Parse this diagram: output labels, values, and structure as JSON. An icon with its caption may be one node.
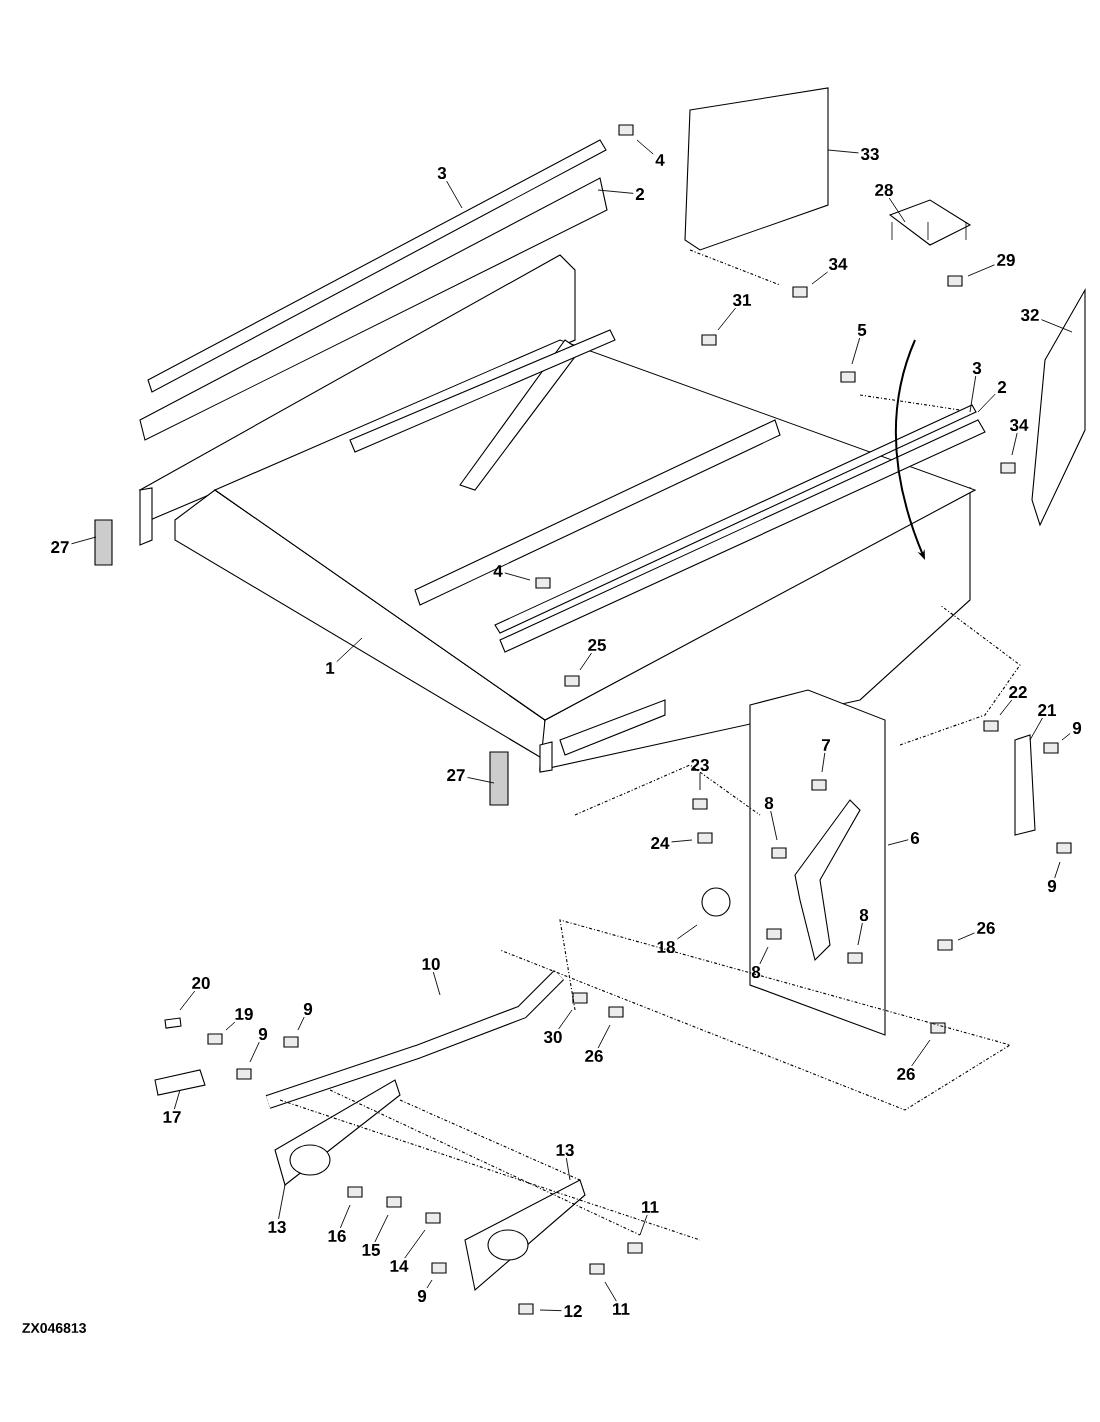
{
  "diagram": {
    "nodes": [
      {
        "text": [
          "4"
        ]
      },
      {
        "text": [
          "3"
        ]
      },
      {
        "text": [
          "2"
        ]
      },
      {
        "text": [
          "33"
        ]
      },
      {
        "text": [
          "28"
        ]
      },
      {
        "text": [
          "34"
        ]
      },
      {
        "text": [
          "29"
        ]
      },
      {
        "text": [
          "31"
        ]
      },
      {
        "text": [
          "32"
        ]
      },
      {
        "text": [
          "5"
        ]
      },
      {
        "text": [
          "3"
        ]
      },
      {
        "text": [
          "2"
        ]
      },
      {
        "text": [
          "34"
        ]
      },
      {
        "text": [
          "27"
        ]
      },
      {
        "text": [
          "4"
        ]
      },
      {
        "text": [
          "1"
        ]
      },
      {
        "text": [
          "25"
        ]
      },
      {
        "text": [
          "22"
        ]
      },
      {
        "text": [
          "21"
        ]
      },
      {
        "text": [
          "9"
        ]
      },
      {
        "text": [
          "7"
        ]
      },
      {
        "text": [
          "27"
        ]
      },
      {
        "text": [
          "23"
        ]
      },
      {
        "text": [
          "8"
        ]
      },
      {
        "text": [
          "6"
        ]
      },
      {
        "text": [
          "24"
        ]
      },
      {
        "text": [
          "9"
        ]
      },
      {
        "text": [
          "26"
        ]
      },
      {
        "text": [
          "8"
        ]
      },
      {
        "text": [
          "18"
        ]
      },
      {
        "text": [
          "8"
        ]
      },
      {
        "text": [
          "20"
        ]
      },
      {
        "text": [
          "10"
        ]
      },
      {
        "text": [
          "9"
        ]
      },
      {
        "text": [
          "19"
        ]
      },
      {
        "text": [
          "9"
        ]
      },
      {
        "text": [
          "30"
        ]
      },
      {
        "text": [
          "26"
        ]
      },
      {
        "text": [
          "17"
        ]
      },
      {
        "text": [
          "26"
        ]
      },
      {
        "text": [
          "13"
        ]
      },
      {
        "text": [
          "13"
        ]
      },
      {
        "text": [
          "16"
        ]
      },
      {
        "text": [
          "15"
        ]
      },
      {
        "text": [
          "14"
        ]
      },
      {
        "text": [
          "11"
        ]
      },
      {
        "text": [
          "9"
        ]
      },
      {
        "text": [
          "11"
        ]
      },
      {
        "text": [
          "12"
        ]
      }
    ],
    "edges": [
      {
        "from": 0,
        "to": null,
        "arrow": "none"
      },
      {
        "from": 1,
        "to": null,
        "arrow": "none"
      },
      {
        "from": 2,
        "to": null,
        "arrow": "none"
      },
      {
        "from": 3,
        "to": null,
        "arrow": "none"
      },
      {
        "from": 4,
        "to": null,
        "arrow": "none"
      },
      {
        "from": 5,
        "to": null,
        "arrow": "none"
      },
      {
        "from": 6,
        "to": null,
        "arrow": "none"
      },
      {
        "from": 7,
        "to": null,
        "arrow": "none"
      },
      {
        "from": 8,
        "to": null,
        "arrow": "none"
      },
      {
        "from": 9,
        "to": null,
        "arrow": "none"
      },
      {
        "from": 10,
        "to": null,
        "arrow": "none"
      },
      {
        "from": 11,
        "to": null,
        "arrow": "none"
      },
      {
        "from": 12,
        "to": null,
        "arrow": "none"
      },
      {
        "from": 13,
        "to": null,
        "arrow": "none"
      },
      {
        "from": 14,
        "to": null,
        "arrow": "none"
      },
      {
        "from": 15,
        "to": null,
        "arrow": "none"
      },
      {
        "from": 16,
        "to": null,
        "arrow": "none"
      },
      {
        "from": 17,
        "to": null,
        "arrow": "none"
      },
      {
        "from": 18,
        "to": null,
        "arrow": "none"
      },
      {
        "from": 19,
        "to": null,
        "arrow": "none"
      },
      {
        "from": 20,
        "to": null,
        "arrow": "none"
      },
      {
        "from": 21,
        "to": null,
        "arrow": "none"
      },
      {
        "from": 22,
        "to": null,
        "arrow": "none"
      },
      {
        "from": 23,
        "to": null,
        "arrow": "none"
      },
      {
        "from": 24,
        "to": null,
        "arrow": "none"
      },
      {
        "from": 25,
        "to": null,
        "arrow": "none"
      },
      {
        "from": 26,
        "to": null,
        "arrow": "none"
      },
      {
        "from": 27,
        "to": null,
        "arrow": "none"
      },
      {
        "from": 28,
        "to": null,
        "arrow": "none"
      },
      {
        "from": 29,
        "to": null,
        "arrow": "none"
      },
      {
        "from": 30,
        "to": null,
        "arrow": "none"
      },
      {
        "from": 31,
        "to": null,
        "arrow": "none"
      },
      {
        "from": 32,
        "to": null,
        "arrow": "none"
      },
      {
        "from": 33,
        "to": null,
        "arrow": "none"
      },
      {
        "from": 34,
        "to": null,
        "arrow": "none"
      },
      {
        "from": 35,
        "to": null,
        "arrow": "none"
      },
      {
        "from": 36,
        "to": null,
        "arrow": "none"
      },
      {
        "from": 37,
        "to": null,
        "arrow": "none"
      },
      {
        "from": 38,
        "to": null,
        "arrow": "none"
      },
      {
        "from": 39,
        "to": null,
        "arrow": "none"
      },
      {
        "from": 40,
        "to": null,
        "arrow": "none"
      },
      {
        "from": 41,
        "to": null,
        "arrow": "none"
      },
      {
        "from": 42,
        "to": null,
        "arrow": "none"
      },
      {
        "from": 43,
        "to": null,
        "arrow": "none"
      },
      {
        "from": 44,
        "to": null,
        "arrow": "none"
      },
      {
        "from": 45,
        "to": null,
        "arrow": "none"
      },
      {
        "from": 46,
        "to": null,
        "arrow": "none"
      },
      {
        "from": 47,
        "to": null,
        "arrow": "none"
      },
      {
        "from": 48,
        "to": null,
        "arrow": "none"
      }
    ],
    "labels": [
      "ZX046813"
    ]
  }
}
